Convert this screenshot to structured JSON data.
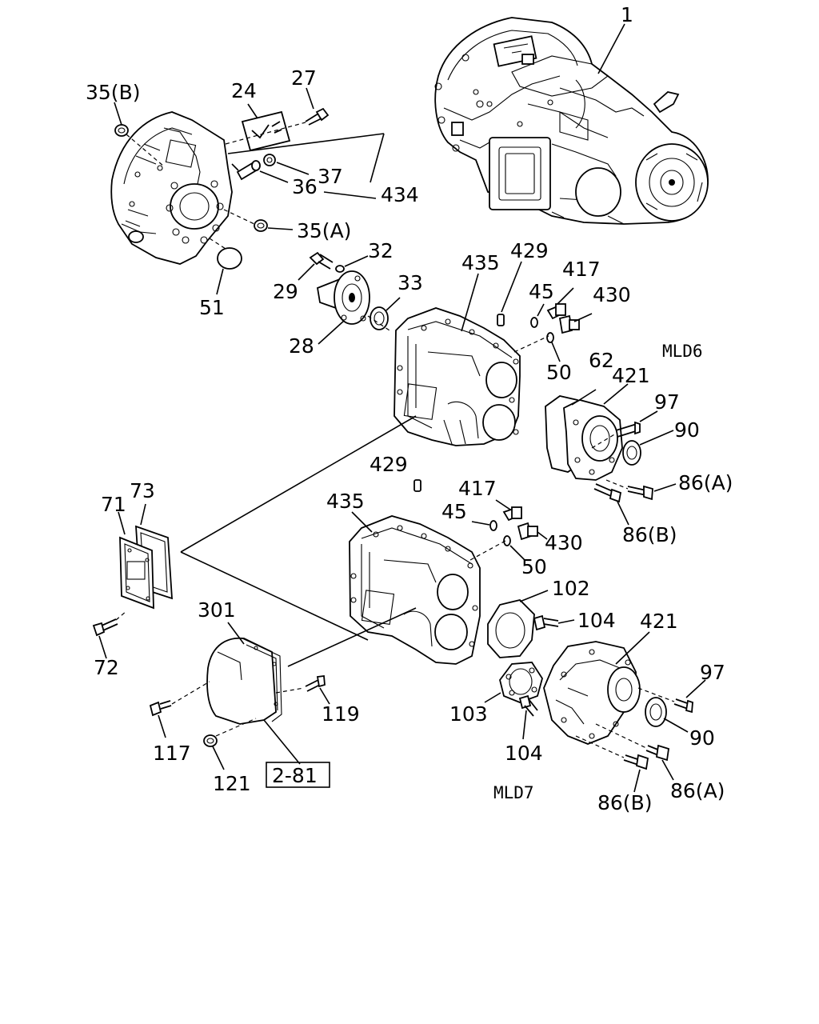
{
  "labels": [
    {
      "id": "p1",
      "text": "1"
    },
    {
      "id": "p35b",
      "text": "35(B)"
    },
    {
      "id": "p24",
      "text": "24"
    },
    {
      "id": "p27",
      "text": "27"
    },
    {
      "id": "p37",
      "text": "37"
    },
    {
      "id": "p36",
      "text": "36"
    },
    {
      "id": "p434",
      "text": "434"
    },
    {
      "id": "p35a",
      "text": "35(A)"
    },
    {
      "id": "p51",
      "text": "51"
    },
    {
      "id": "p32",
      "text": "32"
    },
    {
      "id": "p29",
      "text": "29"
    },
    {
      "id": "p33",
      "text": "33"
    },
    {
      "id": "p28",
      "text": "28"
    },
    {
      "id": "p435a",
      "text": "435"
    },
    {
      "id": "p429a",
      "text": "429"
    },
    {
      "id": "p417a",
      "text": "417"
    },
    {
      "id": "p45a",
      "text": "45"
    },
    {
      "id": "p430a",
      "text": "430"
    },
    {
      "id": "p50a",
      "text": "50"
    },
    {
      "id": "p62",
      "text": "62"
    },
    {
      "id": "p421a",
      "text": "421"
    },
    {
      "id": "p97a",
      "text": "97"
    },
    {
      "id": "p90a",
      "text": "90"
    },
    {
      "id": "p86aa",
      "text": "86(A)"
    },
    {
      "id": "p86ba",
      "text": "86(B)"
    },
    {
      "id": "p429b",
      "text": "429"
    },
    {
      "id": "p73",
      "text": "73"
    },
    {
      "id": "p71",
      "text": "71"
    },
    {
      "id": "p435b",
      "text": "435"
    },
    {
      "id": "p417b",
      "text": "417"
    },
    {
      "id": "p45b",
      "text": "45"
    },
    {
      "id": "p430b",
      "text": "430"
    },
    {
      "id": "p50b",
      "text": "50"
    },
    {
      "id": "p72",
      "text": "72"
    },
    {
      "id": "p102",
      "text": "102"
    },
    {
      "id": "p104a",
      "text": "104"
    },
    {
      "id": "p421b",
      "text": "421"
    },
    {
      "id": "p301",
      "text": "301"
    },
    {
      "id": "p97b",
      "text": "97"
    },
    {
      "id": "p119",
      "text": "119"
    },
    {
      "id": "p103",
      "text": "103"
    },
    {
      "id": "p90b",
      "text": "90"
    },
    {
      "id": "p117",
      "text": "117"
    },
    {
      "id": "p104b",
      "text": "104"
    },
    {
      "id": "p121",
      "text": "121"
    },
    {
      "id": "p86bb",
      "text": "86(B)"
    },
    {
      "id": "p86ab",
      "text": "86(A)"
    }
  ],
  "model_codes": {
    "mld6": "MLD6",
    "mld7": "MLD7"
  },
  "reference_box": "2-81"
}
